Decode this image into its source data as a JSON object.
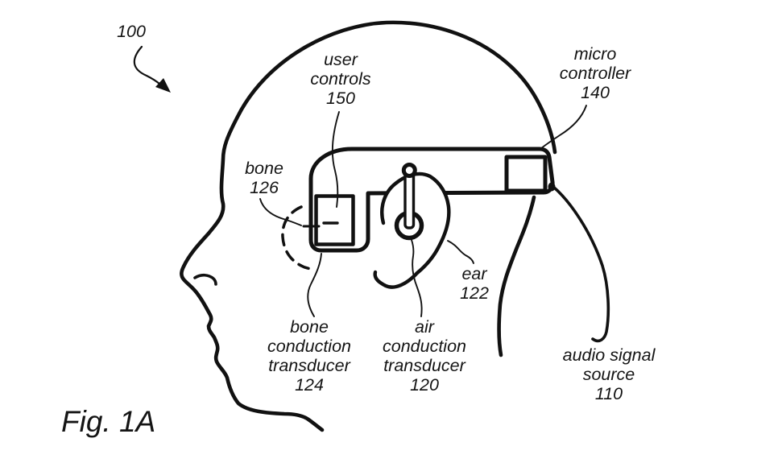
{
  "figure": {
    "fig_label": "Fig. 1A",
    "reference_number": "100"
  },
  "labels": {
    "user_controls": {
      "lines": [
        "user",
        "controls",
        "150"
      ]
    },
    "micro_controller": {
      "lines": [
        "micro",
        "controller",
        "140"
      ]
    },
    "bone": {
      "lines": [
        "bone",
        "126"
      ]
    },
    "ear": {
      "lines": [
        "ear",
        "122"
      ]
    },
    "bone_conduction_transducer": {
      "lines": [
        "bone",
        "conduction",
        "transducer",
        "124"
      ]
    },
    "air_conduction_transducer": {
      "lines": [
        "air",
        "conduction",
        "transducer",
        "120"
      ]
    },
    "audio_signal_source": {
      "lines": [
        "audio signal",
        "source",
        "110"
      ]
    }
  },
  "colors": {
    "ink": "#111111",
    "background": "#ffffff"
  }
}
